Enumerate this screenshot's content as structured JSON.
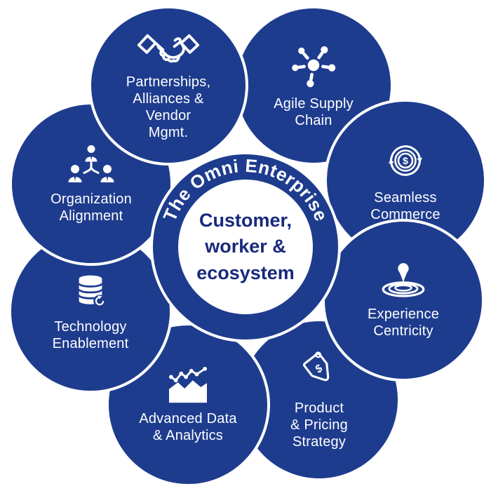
{
  "diagram": {
    "ring_title": "The Omni Enterprise",
    "center": {
      "lines": [
        "Customer,",
        "worker &",
        "ecosystem"
      ]
    },
    "nodes": [
      {
        "id": "agile-supply-chain",
        "icon": "network-hub-icon",
        "label_lines": [
          "Agile Supply",
          "Chain"
        ]
      },
      {
        "id": "seamless-commerce",
        "icon": "dollar-cycle-icon",
        "label_lines": [
          "Seamless",
          "Commerce"
        ]
      },
      {
        "id": "product-pricing-strategy",
        "icon": "price-tag-icon",
        "label_lines": [
          "Product",
          "& Pricing",
          "Strategy"
        ]
      },
      {
        "id": "experience-centricity",
        "icon": "ripple-drop-icon",
        "label_lines": [
          "Experience",
          "Centricity"
        ]
      },
      {
        "id": "advanced-data-analytics",
        "icon": "analytics-chart-icon",
        "label_lines": [
          "Advanced Data",
          "& Analytics"
        ]
      },
      {
        "id": "technology-enablement",
        "icon": "database-sync-icon",
        "label_lines": [
          "Technology",
          "Enablement"
        ]
      },
      {
        "id": "organization-alignment",
        "icon": "org-chart-icon",
        "label_lines": [
          "Organization",
          "Alignment"
        ]
      },
      {
        "id": "partnerships-alliances-vendor-mgmt",
        "icon": "handshake-icon",
        "label_lines": [
          "Partnerships,",
          "Alliances &",
          "Vendor",
          "Mgmt."
        ]
      }
    ],
    "colors": {
      "circle_blue": "#1e3c8e",
      "center_text_blue": "#19297b",
      "text_white": "#ffffff"
    }
  }
}
